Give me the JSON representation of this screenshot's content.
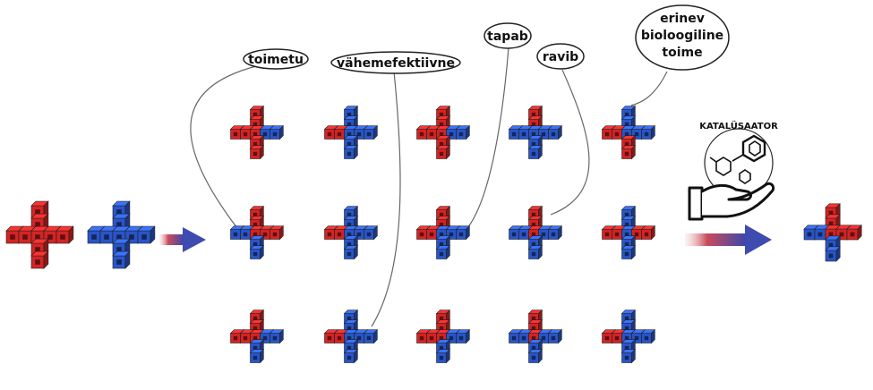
{
  "labels": {
    "ineffective": "toimetu",
    "less_effective": "vähemefektiivne",
    "kills": "tapab",
    "cures": "ravib",
    "different_effect": [
      "erinev",
      "bioloogiline",
      "toime"
    ]
  },
  "catalyst": {
    "label": "KATALÜSAATOR"
  },
  "colors": {
    "red": "#d42424",
    "blue": "#2a55c8",
    "arrow_start": "#e8bcbc",
    "arrow_end": "#3a4fb0"
  },
  "icons": {
    "molecule": "hexagon-molecule-icon",
    "hand": "hand-icon",
    "arrow": "reaction-arrow-icon"
  }
}
